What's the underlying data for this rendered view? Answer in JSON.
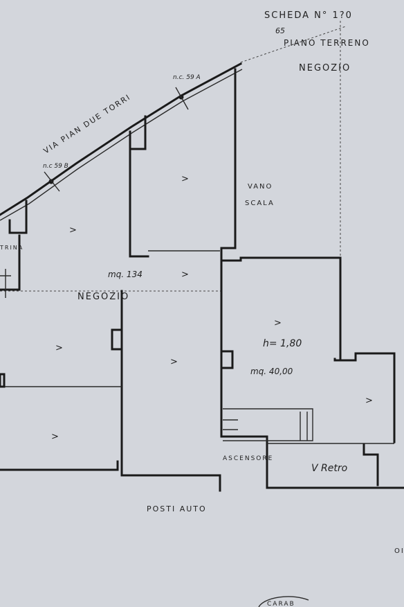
{
  "header": {
    "scheda": "SCHEDA N° 1?0",
    "number_hint": "65",
    "piano": "PIANO TERRENO"
  },
  "labels": {
    "street": "VIA PIAN DUE TORRI",
    "civic_a": "n.c. 59 A",
    "civic_b": "n.c 59 B",
    "negozio_top": "NEGOZIO",
    "negozio_mid": "NEGOZIO",
    "vano_scala_1": "VANO",
    "vano_scala_2": "SCALA",
    "area_1": "mq. 134",
    "height": "h= 1,80",
    "area_2": "mq. 40,00",
    "ascensore": "ASCENSORE",
    "retro": "V Retro",
    "posti_auto": "POSTI AUTO",
    "vetrina_partial": "TRINA",
    "edge_partial": "OI",
    "stamp_partial": "CARAB"
  },
  "arrow_glyph": ">"
}
